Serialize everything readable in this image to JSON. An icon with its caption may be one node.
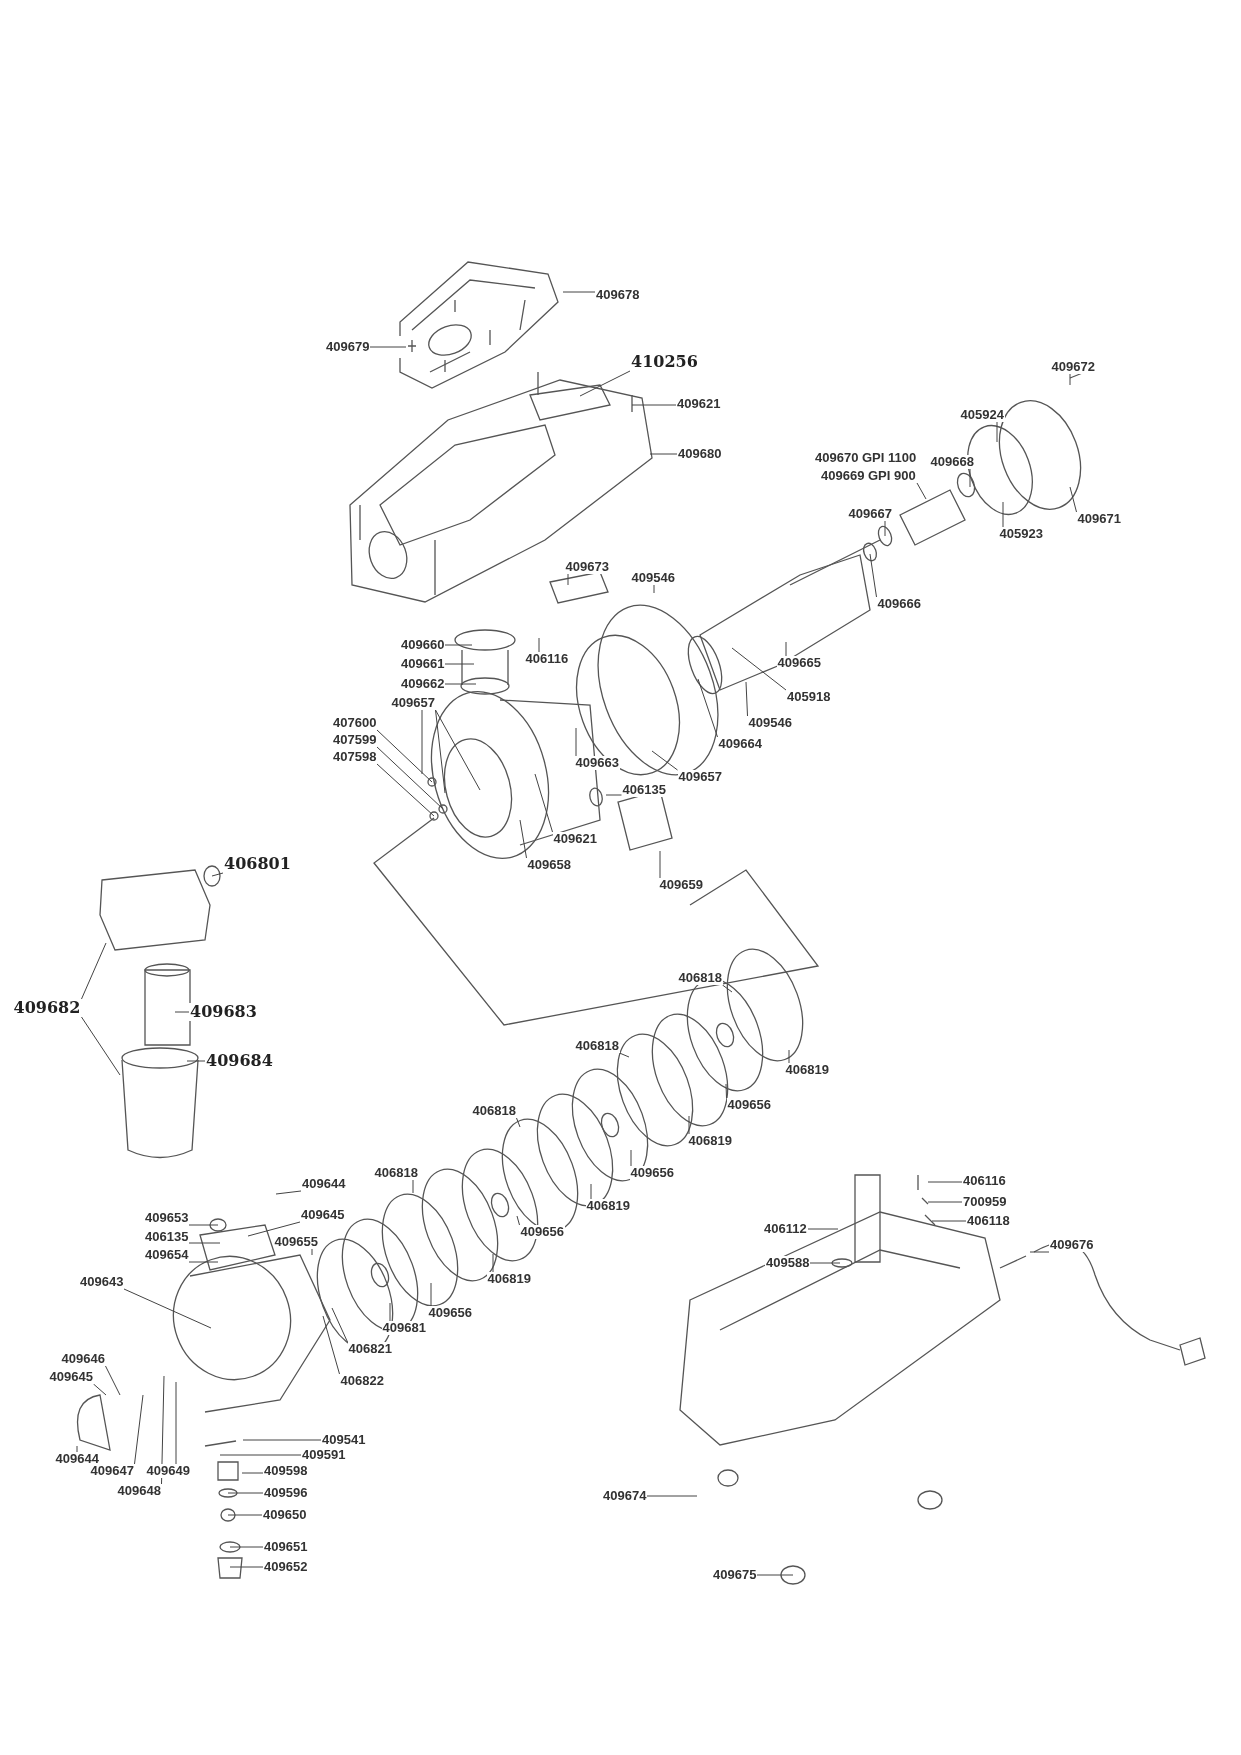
{
  "diagram": {
    "nodes": [
      {
        "text": [
          "409678"
        ]
      },
      {
        "text": [
          "409679"
        ]
      },
      {
        "text": [
          "410256"
        ]
      },
      {
        "text": [
          "409621"
        ]
      },
      {
        "text": [
          "409680"
        ]
      },
      {
        "text": [
          "409672"
        ]
      },
      {
        "text": [
          "405924"
        ]
      },
      {
        "text": [
          "409669 GPI 900"
        ]
      },
      {
        "text": [
          "409668"
        ]
      },
      {
        "text": [
          "409671"
        ]
      },
      {
        "text": [
          "405923"
        ]
      },
      {
        "text": [
          "409667"
        ]
      },
      {
        "text": [
          "409666"
        ]
      },
      {
        "text": [
          "409673"
        ]
      },
      {
        "text": [
          "409546"
        ]
      },
      {
        "text": [
          "409660"
        ]
      },
      {
        "text": [
          "406116"
        ]
      },
      {
        "text": [
          "409661"
        ]
      },
      {
        "text": [
          "409662"
        ]
      },
      {
        "text": [
          "409665"
        ]
      },
      {
        "text": [
          "405918"
        ]
      },
      {
        "text": [
          "409657"
        ]
      },
      {
        "text": [
          "407600"
        ]
      },
      {
        "text": [
          "407599"
        ]
      },
      {
        "text": [
          "407598"
        ]
      },
      {
        "text": [
          "409546"
        ]
      },
      {
        "text": [
          "409664"
        ]
      },
      {
        "text": [
          "409663"
        ]
      },
      {
        "text": [
          "409657"
        ]
      },
      {
        "text": [
          "406135"
        ]
      },
      {
        "text": [
          "409621"
        ]
      },
      {
        "text": [
          "409658"
        ]
      },
      {
        "text": [
          "409659"
        ]
      },
      {
        "text": [
          "406801"
        ]
      },
      {
        "text": [
          "409682"
        ]
      },
      {
        "text": [
          "409683"
        ]
      },
      {
        "text": [
          "409684"
        ]
      },
      {
        "text": [
          "406818"
        ]
      },
      {
        "text": [
          "406819"
        ]
      },
      {
        "text": [
          "406818"
        ]
      },
      {
        "text": [
          "409656"
        ]
      },
      {
        "text": [
          "406819"
        ]
      },
      {
        "text": [
          "406818"
        ]
      },
      {
        "text": [
          "409656"
        ]
      },
      {
        "text": [
          "406819"
        ]
      },
      {
        "text": [
          "406818"
        ]
      },
      {
        "text": [
          "409656"
        ]
      },
      {
        "text": [
          "406112"
        ]
      },
      {
        "text": [
          "406116"
        ]
      },
      {
        "text": [
          "700959"
        ]
      },
      {
        "text": [
          "406118"
        ]
      },
      {
        "text": [
          "409644"
        ]
      },
      {
        "text": [
          "409645"
        ]
      },
      {
        "text": [
          "409653"
        ]
      },
      {
        "text": [
          "406135"
        ]
      },
      {
        "text": [
          "409654"
        ]
      },
      {
        "text": [
          "409655"
        ]
      },
      {
        "text": [
          "409676"
        ]
      },
      {
        "text": [
          "409588"
        ]
      },
      {
        "text": [
          "406819"
        ]
      },
      {
        "text": [
          "409643"
        ]
      },
      {
        "text": [
          "409656"
        ]
      },
      {
        "text": [
          "409681"
        ]
      },
      {
        "text": [
          "406821"
        ]
      },
      {
        "text": [
          "406822"
        ]
      },
      {
        "text": [
          "409646"
        ]
      },
      {
        "text": [
          "409645"
        ]
      },
      {
        "text": [
          "409644"
        ]
      },
      {
        "text": [
          "409647"
        ]
      },
      {
        "text": [
          "409649"
        ]
      },
      {
        "text": [
          "409648"
        ]
      },
      {
        "text": [
          "409541"
        ]
      },
      {
        "text": [
          "409591"
        ]
      },
      {
        "text": [
          "409598"
        ]
      },
      {
        "text": [
          "409596"
        ]
      },
      {
        "text": [
          "409650"
        ]
      },
      {
        "text": [
          "409651"
        ]
      },
      {
        "text": [
          "409652"
        ]
      },
      {
        "text": [
          "409674"
        ]
      },
      {
        "text": [
          "409675"
        ]
      }
    ],
    "edges": [
      {
        "from": 0,
        "to": null,
        "arrow": "none"
      },
      {
        "from": 1,
        "to": null,
        "arrow": "none"
      },
      {
        "from": 2,
        "to": null,
        "arrow": "none"
      },
      {
        "from": 3,
        "to": null,
        "arrow": "none"
      },
      {
        "from": 4,
        "to": null,
        "arrow": "none"
      },
      {
        "from": 5,
        "to": null,
        "arrow": "none"
      },
      {
        "from": 6,
        "to": null,
        "arrow": "none"
      },
      {
        "from": 7,
        "to": null,
        "arrow": "none"
      },
      {
        "from": 8,
        "to": null,
        "arrow": "none"
      },
      {
        "from": 9,
        "to": null,
        "arrow": "none"
      },
      {
        "from": 10,
        "to": null,
        "arrow": "none"
      },
      {
        "from": 11,
        "to": null,
        "arrow": "none"
      },
      {
        "from": 12,
        "to": null,
        "arrow": "none"
      },
      {
        "from": 13,
        "to": null,
        "arrow": "none"
      },
      {
        "from": 14,
        "to": null,
        "arrow": "none"
      },
      {
        "from": 15,
        "to": null,
        "arrow": "none"
      },
      {
        "from": 16,
        "to": null,
        "arrow": "none"
      },
      {
        "from": 17,
        "to": null,
        "arrow": "none"
      },
      {
        "from": 18,
        "to": null,
        "arrow": "none"
      },
      {
        "from": 19,
        "to": null,
        "arrow": "none"
      },
      {
        "from": 20,
        "to": null,
        "arrow": "none"
      },
      {
        "from": 21,
        "to": null,
        "arrow": "none"
      },
      {
        "from": 21,
        "to": null,
        "arrow": "none"
      },
      {
        "from": 21,
        "to": null,
        "arrow": "none"
      },
      {
        "from": 22,
        "to": null,
        "arrow": "none"
      },
      {
        "from": 23,
        "to": null,
        "arrow": "none"
      },
      {
        "from": 24,
        "to": null,
        "arrow": "none"
      },
      {
        "from": 25,
        "to": null,
        "arrow": "none"
      },
      {
        "from": 26,
        "to": null,
        "arrow": "none"
      },
      {
        "from": 27,
        "to": null,
        "arrow": "none"
      },
      {
        "from": 28,
        "to": null,
        "arrow": "none"
      },
      {
        "from": 29,
        "to": null,
        "arrow": "none"
      },
      {
        "from": 30,
        "to": null,
        "arrow": "none"
      },
      {
        "from": 31,
        "to": null,
        "arrow": "none"
      },
      {
        "from": 32,
        "to": null,
        "arrow": "none"
      },
      {
        "from": 33,
        "to": null,
        "arrow": "none"
      },
      {
        "from": 34,
        "to": null,
        "arrow": "none"
      },
      {
        "from": 34,
        "to": null,
        "arrow": "none"
      },
      {
        "from": 35,
        "to": null,
        "arrow": "none"
      },
      {
        "from": 36,
        "to": null,
        "arrow": "none"
      },
      {
        "from": 37,
        "to": null,
        "arrow": "none"
      },
      {
        "from": 38,
        "to": null,
        "arrow": "none"
      },
      {
        "from": 39,
        "to": null,
        "arrow": "none"
      },
      {
        "from": 40,
        "to": null,
        "arrow": "none"
      },
      {
        "from": 41,
        "to": null,
        "arrow": "none"
      },
      {
        "from": 42,
        "to": null,
        "arrow": "none"
      },
      {
        "from": 43,
        "to": null,
        "arrow": "none"
      },
      {
        "from": 44,
        "to": null,
        "arrow": "none"
      },
      {
        "from": 45,
        "to": null,
        "arrow": "none"
      },
      {
        "from": 46,
        "to": null,
        "arrow": "none"
      },
      {
        "from": 47,
        "to": null,
        "arrow": "none"
      },
      {
        "from": 48,
        "to": null,
        "arrow": "none"
      },
      {
        "from": 49,
        "to": null,
        "arrow": "none"
      },
      {
        "from": 50,
        "to": null,
        "arrow": "none"
      },
      {
        "from": 51,
        "to": null,
        "arrow": "none"
      },
      {
        "from": 52,
        "to": null,
        "arrow": "none"
      },
      {
        "from": 53,
        "to": null,
        "arrow": "none"
      },
      {
        "from": 54,
        "to": null,
        "arrow": "none"
      },
      {
        "from": 55,
        "to": null,
        "arrow": "none"
      },
      {
        "from": 56,
        "to": null,
        "arrow": "none"
      },
      {
        "from": 57,
        "to": null,
        "arrow": "none"
      },
      {
        "from": 58,
        "to": null,
        "arrow": "none"
      },
      {
        "from": 59,
        "to": null,
        "arrow": "none"
      },
      {
        "from": 60,
        "to": null,
        "arrow": "none"
      },
      {
        "from": 61,
        "to": null,
        "arrow": "none"
      },
      {
        "from": 62,
        "to": null,
        "arrow": "none"
      },
      {
        "from": 63,
        "to": null,
        "arrow": "none"
      },
      {
        "from": 64,
        "to": null,
        "arrow": "none"
      },
      {
        "from": 65,
        "to": null,
        "arrow": "none"
      },
      {
        "from": 66,
        "to": null,
        "arrow": "none"
      },
      {
        "from": 67,
        "to": null,
        "arrow": "none"
      },
      {
        "from": 68,
        "to": null,
        "arrow": "none"
      },
      {
        "from": 69,
        "to": null,
        "arrow": "none"
      },
      {
        "from": 70,
        "to": null,
        "arrow": "none"
      },
      {
        "from": 71,
        "to": null,
        "arrow": "none"
      },
      {
        "from": 72,
        "to": null,
        "arrow": "none"
      },
      {
        "from": 73,
        "to": null,
        "arrow": "none"
      },
      {
        "from": 74,
        "to": null,
        "arrow": "none"
      },
      {
        "from": 75,
        "to": null,
        "arrow": "none"
      },
      {
        "from": 76,
        "to": null,
        "arrow": "none"
      },
      {
        "from": 77,
        "to": null,
        "arrow": "none"
      },
      {
        "from": 78,
        "to": null,
        "arrow": "none"
      },
      {
        "from": 79,
        "to": null,
        "arrow": "none"
      }
    ],
    "labels": [
      "409670 GPI 1100"
    ]
  }
}
